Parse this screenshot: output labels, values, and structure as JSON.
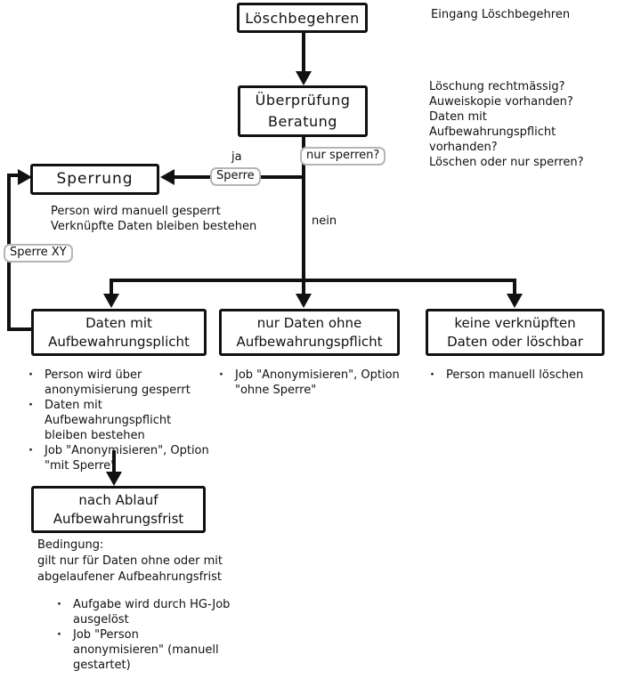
{
  "flowchart": {
    "nodes": {
      "start": "Löschbegehren",
      "review": "Überprüfung\nBeratung",
      "sperrung": "Sperrung",
      "retention": "Daten mit\nAufbewahrungsplicht",
      "no_retention": "nur Daten ohne\nAufbewahrungspflicht",
      "no_linked": "keine verknüpften\nDaten oder löschbar",
      "after_expiry": "nach Ablauf\nAufbewahrungsfrist"
    },
    "edge_labels": {
      "ja": "ja",
      "nein": "nein",
      "nur_sperren": "nur sperren?",
      "sperre": "Sperre",
      "sperre_xy": "Sperre XY"
    },
    "annotations": {
      "eingang": "Eingang Löschbegehren",
      "questions": "Löschung rechtmässig?\nAuweiskopie vorhanden?\nDaten mit Aufbewahrungspflicht\nvorhanden?\nLöschen oder nur sperren?",
      "sperrung_note": "Person wird manuell gesperrt\nVerknüpfte Daten bleiben bestehen",
      "bedingung": "Bedingung:\ngilt nur für Daten ohne oder mit\nabgelaufener Aufbeahrungsfrist"
    },
    "lists": {
      "retention": [
        "Person wird über\nanonymisierung gesperrt",
        "Daten mit Aufbewahrungspflicht\nbleiben bestehen",
        "Job \"Anonymisieren\", Option\n\"mit Sperre\""
      ],
      "no_retention": [
        "Job \"Anonymisieren\", Option\n\"ohne Sperre\""
      ],
      "no_linked": [
        "Person manuell löschen"
      ],
      "after_expiry": [
        "Aufgabe wird durch HG-Job\nausgelöst",
        "Job \"Person\nanonymisieren\" (manuell\ngestartet)"
      ]
    },
    "colors": {
      "line": "#111111",
      "badge_border": "#b5b5b5",
      "background": "#ffffff"
    }
  }
}
